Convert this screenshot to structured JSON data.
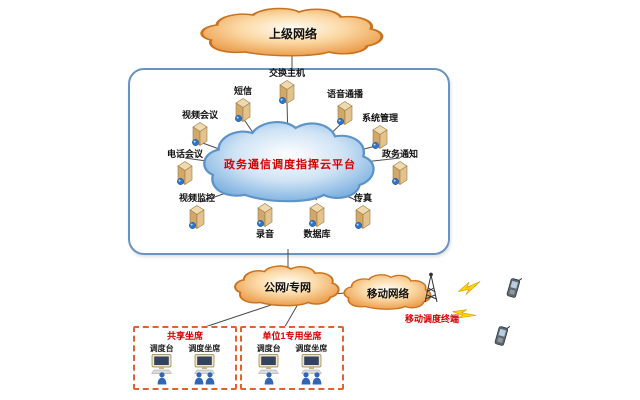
{
  "diagram": {
    "top_cloud": "上级网络",
    "platform": {
      "title": "政务通信调度指挥云平台",
      "nodes": [
        {
          "label": "交换主机"
        },
        {
          "label": "短信"
        },
        {
          "label": "语音通播"
        },
        {
          "label": "视频会议"
        },
        {
          "label": "系统管理"
        },
        {
          "label": "电话会议"
        },
        {
          "label": "政务通知"
        },
        {
          "label": "视频监控"
        },
        {
          "label": "传真"
        },
        {
          "label": "录音"
        },
        {
          "label": "数据库"
        }
      ]
    },
    "public_cloud": "公网/专网",
    "mobile_cloud": "移动网络",
    "mobile_terminal_label": "移动调度终端",
    "seat_groups": [
      {
        "title": "共享坐席",
        "console_label": "调度台",
        "agent_label": "调度坐席"
      },
      {
        "title": "单位1专用坐席",
        "console_label": "调度台",
        "agent_label": "调度坐席"
      }
    ],
    "colors": {
      "cloud_orange": "#e8923a",
      "cloud_blue": "#6fa8dc",
      "accent_red": "#d40000",
      "platform_border": "#6b93c0",
      "seat_dashed_border": "#e2622e"
    }
  }
}
